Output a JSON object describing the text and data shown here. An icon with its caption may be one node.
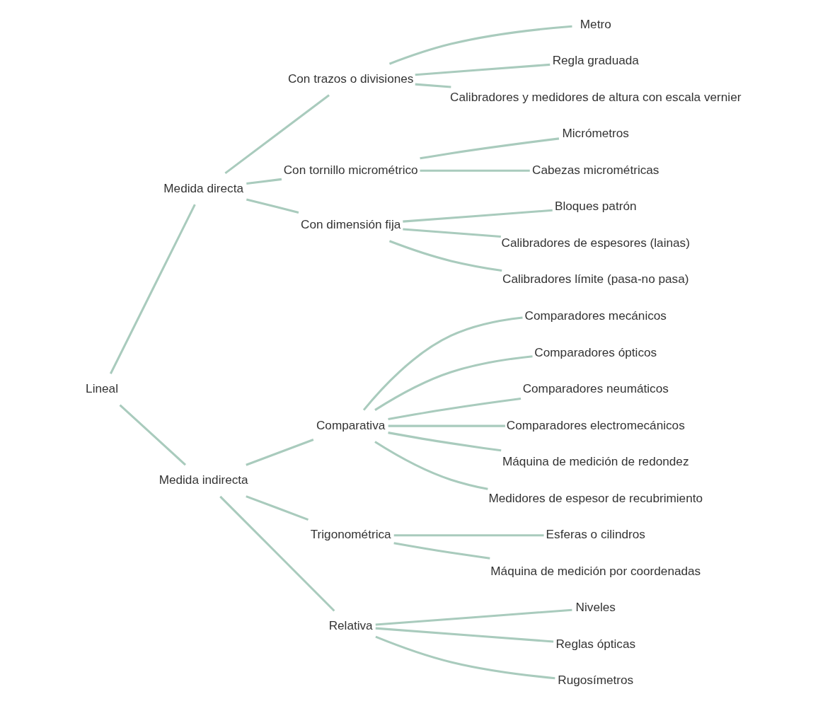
{
  "diagram": {
    "nodes": [
      {
        "text": [
          "Lineal"
        ]
      },
      {
        "text": [
          "Medida directa"
        ]
      },
      {
        "text": [
          "Con trazos o divisiones"
        ]
      },
      {
        "text": [
          "Metro"
        ]
      },
      {
        "text": [
          "Regla graduada"
        ]
      },
      {
        "text": [
          "Calibradores y medidores de altura con escala vernier"
        ]
      },
      {
        "text": [
          "Con tornillo micrométrico"
        ]
      },
      {
        "text": [
          "Micrómetros"
        ]
      },
      {
        "text": [
          "Cabezas micrométricas"
        ]
      },
      {
        "text": [
          "Con dimensión fija"
        ]
      },
      {
        "text": [
          "Bloques patrón"
        ]
      },
      {
        "text": [
          "Calibradores de espesores (lainas)"
        ]
      },
      {
        "text": [
          "Calibradores límite (pasa-no pasa)"
        ]
      },
      {
        "text": [
          "Medida indirecta"
        ]
      },
      {
        "text": [
          "Comparativa"
        ]
      },
      {
        "text": [
          "Comparadores mecánicos"
        ]
      },
      {
        "text": [
          "Comparadores ópticos"
        ]
      },
      {
        "text": [
          "Comparadores neumáticos"
        ]
      },
      {
        "text": [
          "Comparadores electromecánicos"
        ]
      },
      {
        "text": [
          "Máquina de medición de redondez"
        ]
      },
      {
        "text": [
          "Medidores de espesor de recubrimiento"
        ]
      },
      {
        "text": [
          "Trigonométrica"
        ]
      },
      {
        "text": [
          "Esferas o cilindros"
        ]
      },
      {
        "text": [
          "Máquina de medición por coordenadas"
        ]
      },
      {
        "text": [
          "Relativa"
        ]
      },
      {
        "text": [
          "Niveles"
        ]
      },
      {
        "text": [
          "Reglas ópticas"
        ]
      },
      {
        "text": [
          "Rugosímetros"
        ]
      }
    ],
    "edges": [
      {
        "from": 0,
        "to": 1,
        "arrow": "none"
      },
      {
        "from": 0,
        "to": 13,
        "arrow": "none"
      },
      {
        "from": 1,
        "to": 2,
        "arrow": "none"
      },
      {
        "from": 1,
        "to": 6,
        "arrow": "none"
      },
      {
        "from": 1,
        "to": 9,
        "arrow": "none"
      },
      {
        "from": 2,
        "to": 3,
        "arrow": "none"
      },
      {
        "from": 2,
        "to": 4,
        "arrow": "none"
      },
      {
        "from": 2,
        "to": 5,
        "arrow": "none"
      },
      {
        "from": 6,
        "to": 7,
        "arrow": "none"
      },
      {
        "from": 6,
        "to": 8,
        "arrow": "none"
      },
      {
        "from": 9,
        "to": 10,
        "arrow": "none"
      },
      {
        "from": 9,
        "to": 11,
        "arrow": "none"
      },
      {
        "from": 9,
        "to": 12,
        "arrow": "none"
      },
      {
        "from": 13,
        "to": 14,
        "arrow": "none"
      },
      {
        "from": 13,
        "to": 21,
        "arrow": "none"
      },
      {
        "from": 13,
        "to": 24,
        "arrow": "none"
      },
      {
        "from": 14,
        "to": 15,
        "arrow": "none"
      },
      {
        "from": 14,
        "to": 16,
        "arrow": "none"
      },
      {
        "from": 14,
        "to": 17,
        "arrow": "none"
      },
      {
        "from": 14,
        "to": 18,
        "arrow": "none"
      },
      {
        "from": 14,
        "to": 19,
        "arrow": "none"
      },
      {
        "from": 14,
        "to": 20,
        "arrow": "none"
      },
      {
        "from": 21,
        "to": 22,
        "arrow": "none"
      },
      {
        "from": 21,
        "to": 23,
        "arrow": "none"
      },
      {
        "from": 24,
        "to": 25,
        "arrow": "none"
      },
      {
        "from": 24,
        "to": 26,
        "arrow": "none"
      },
      {
        "from": 24,
        "to": 27,
        "arrow": "none"
      }
    ]
  }
}
